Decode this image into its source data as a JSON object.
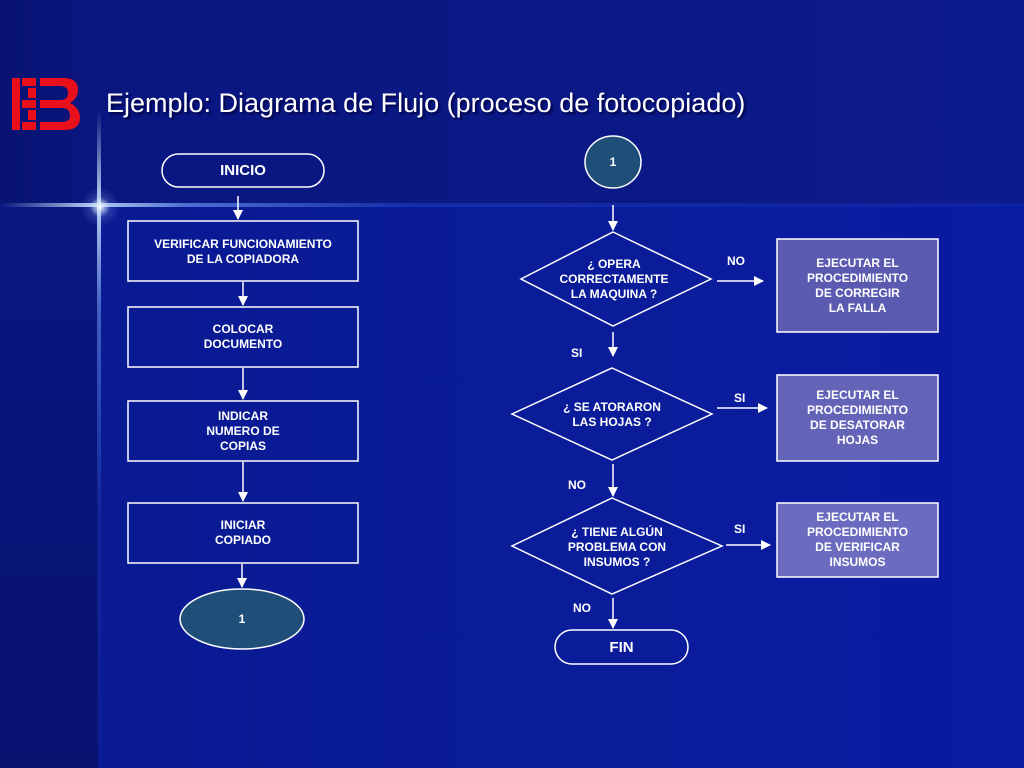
{
  "slide": {
    "title": "Ejemplo: Diagrama de Flujo (proceso de fotocopiado)"
  },
  "colors": {
    "background": "#0b1c9a",
    "node_border": "#ffffff",
    "connector_fill": "#1f4e79",
    "action_box_fill": "#5a5ab0",
    "text": "#ffffff",
    "logo": "#e8101a"
  },
  "flow": {
    "start": "INICIO",
    "steps": [
      "VERIFICAR FUNCIONAMIENTO\nDE LA COPIADORA",
      "COLOCAR\nDOCUMENTO",
      "INDICAR\nNUMERO DE\nCOPIAS",
      "INICIAR\nCOPIADO"
    ],
    "connector_out": "1",
    "connector_in": "1",
    "decisions": [
      "¿ OPERA\nCORRECTAMENTE\nLA MAQUINA ?",
      "¿ SE ATORARON\nLAS HOJAS ?",
      "¿ TIENE ALGÚN\nPROBLEMA CON\nINSUMOS ?"
    ],
    "actions": [
      "EJECUTAR EL\nPROCEDIMIENTO\nDE CORREGIR\nLA FALLA",
      "EJECUTAR EL\nPROCEDIMIENTO\nDE DESATORAR\nHOJAS",
      "EJECUTAR EL\nPROCEDIMIENTO\nDE VERIFICAR\nINSUMOS"
    ],
    "end": "FIN",
    "labels": {
      "d1_side": "NO",
      "d1_down": "SI",
      "d2_side": "SI",
      "d2_down": "NO",
      "d3_side": "SI",
      "d3_down": "NO"
    }
  }
}
